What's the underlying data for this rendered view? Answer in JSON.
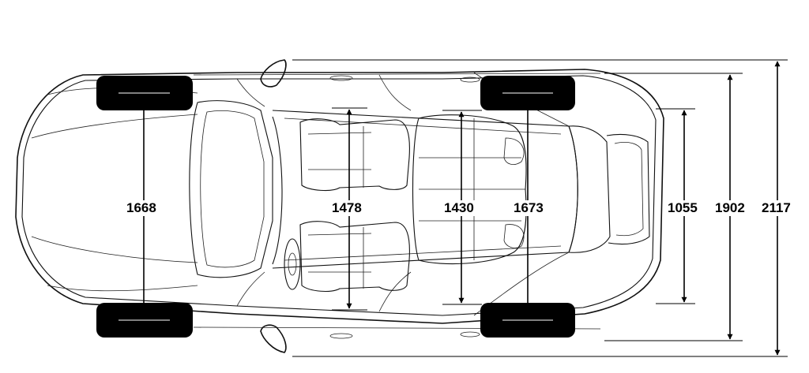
{
  "dimensions": {
    "front_track": "1668",
    "front_interior_width": "1478",
    "rear_interior_width": "1430",
    "rear_track": "1673",
    "trunk_width": "1055",
    "body_width": "1902",
    "width_with_mirrors": "2117"
  }
}
